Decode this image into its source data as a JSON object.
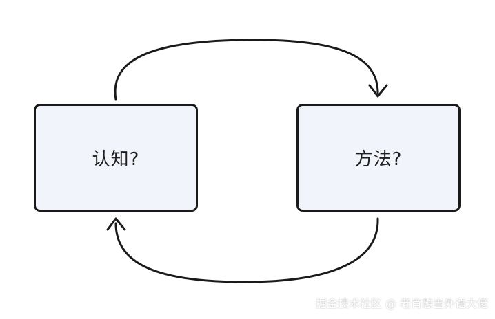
{
  "colors": {
    "stroke": "#1a1a1a",
    "box_fill": "#f1f4fb",
    "text": "#1f1f1f"
  },
  "nodes": {
    "left": {
      "label": "认知?"
    },
    "right": {
      "label": "方法?"
    }
  },
  "arrows": {
    "top": {
      "from": "left",
      "to": "right",
      "direction": "left-to-right"
    },
    "bottom": {
      "from": "right",
      "to": "left",
      "direction": "right-to-left"
    }
  },
  "watermark": {
    "text": "掘金技术社区 @ 老肖想当外语大佬"
  }
}
